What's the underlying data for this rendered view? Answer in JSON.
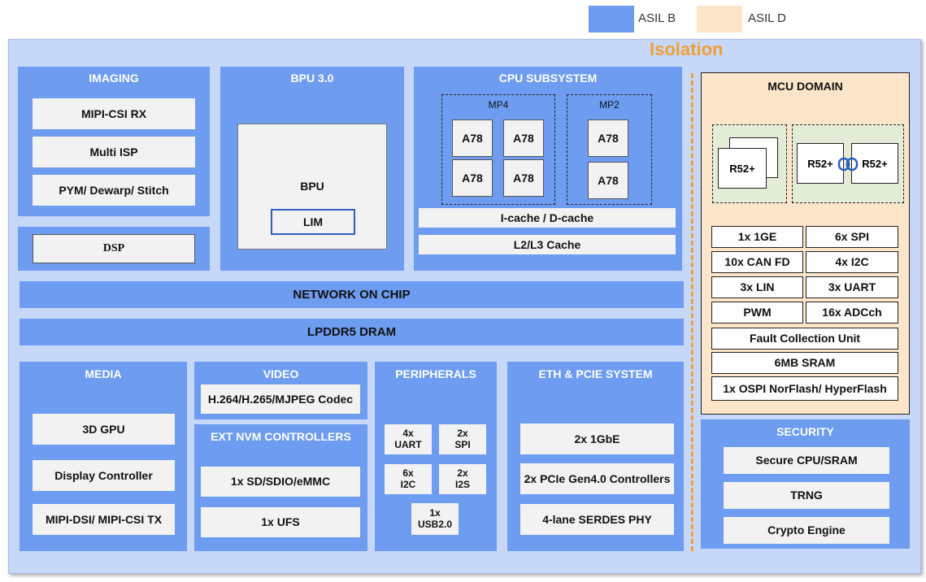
{
  "legend": {
    "asil_b": "ASIL B",
    "asil_d": "ASIL D",
    "asil_b_color": "#6d9cf0",
    "asil_d_color": "#fde5c9"
  },
  "isolation": "Isolation",
  "imaging": {
    "title": "IMAGING",
    "items": [
      "MIPI-CSI RX",
      "Multi ISP",
      "PYM/ Dewarp/ Stitch"
    ]
  },
  "dsp": "DSP",
  "bpu": {
    "title": "BPU 3.0",
    "core": "BPU",
    "lim": "LIM"
  },
  "cpu": {
    "title": "CPU SUBSYSTEM",
    "mp4": "MP4",
    "mp2": "MP2",
    "core": "A78",
    "icache": "I-cache / D-cache",
    "l2l3": "L2/L3 Cache"
  },
  "noc": "NETWORK ON CHIP",
  "dram": "LPDDR5 DRAM",
  "media": {
    "title": "MEDIA",
    "items": [
      "3D GPU",
      "Display Controller",
      "MIPI-DSI/ MIPI-CSI TX"
    ]
  },
  "video": {
    "title": "VIDEO",
    "codec": "H.264/H.265/MJPEG Codec"
  },
  "nvm": {
    "title": "EXT NVM CONTROLLERS",
    "items": [
      "1x SD/SDIO/eMMC",
      "1x UFS"
    ]
  },
  "peripherals": {
    "title": "PERIPHERALS",
    "uart": "4x\nUART",
    "spi": "2x\nSPI",
    "i2c": "6x\nI2C",
    "i2s": "2x\nI2S",
    "usb": "1x\nUSB2.0"
  },
  "eth": {
    "title": "ETH & PCIE SYSTEM",
    "items": [
      "2x 1GbE",
      "2x PCIe Gen4.0 Controllers",
      "4-lane SERDES PHY"
    ]
  },
  "mcu": {
    "title": "MCU DOMAIN",
    "core": "R52+",
    "grid": [
      "1x 1GE",
      "6x SPI",
      "10x CAN FD",
      "4x I2C",
      "3x LIN",
      "3x UART",
      "PWM",
      "16x ADCch"
    ],
    "rows": [
      "Fault Collection Unit",
      "6MB SRAM",
      "1x OSPI NorFlash/ HyperFlash"
    ]
  },
  "security": {
    "title": "SECURITY",
    "items": [
      "Secure CPU/SRAM",
      "TRNG",
      "Crypto Engine"
    ]
  }
}
